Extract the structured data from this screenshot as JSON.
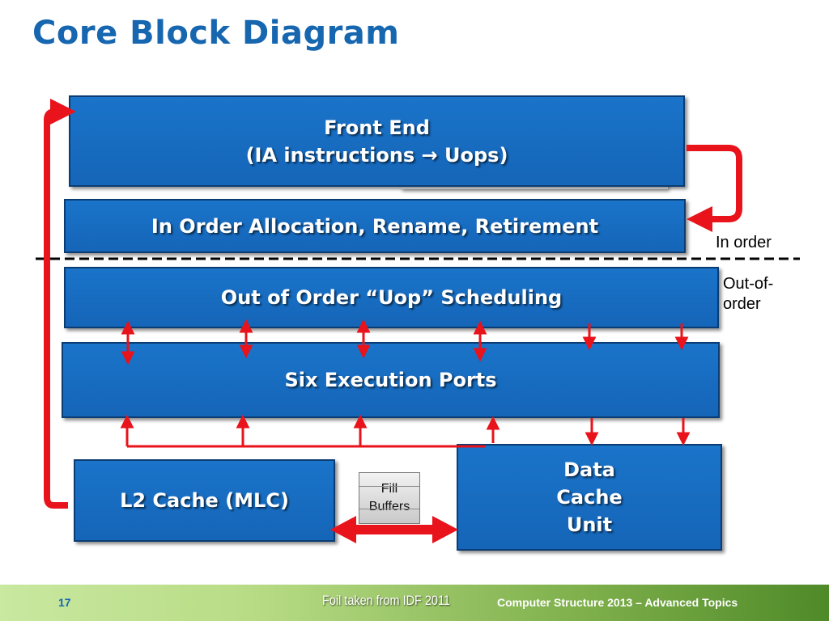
{
  "slide": {
    "title": "Core Block Diagram",
    "page_number": "17",
    "source_note": "Foil taken from IDF 2011",
    "course": "Computer Structure 2013 – Advanced Topics"
  },
  "blocks": {
    "front_end": {
      "line1": "Front End",
      "line2": "(IA instructions → Uops)"
    },
    "in_order": "In Order Allocation, Rename, Retirement",
    "out_of_order": "Out of Order “Uop” Scheduling",
    "execution_ports": "Six Execution Ports",
    "l2_cache": "L2 Cache (MLC)",
    "data_cache": {
      "line1": "Data",
      "line2": "Cache",
      "line3": "Unit"
    },
    "fill_buffers": {
      "line1": "Fill",
      "line2": "Buffers"
    }
  },
  "side_labels": {
    "in_order": "In order",
    "out_of_order_1": "Out-of-",
    "out_of_order_2": "order"
  },
  "colors": {
    "block_blue": "#1565b8",
    "title_blue": "#1666b0",
    "arrow_red": "#e8131b",
    "footer_green": "#7fb04c"
  }
}
